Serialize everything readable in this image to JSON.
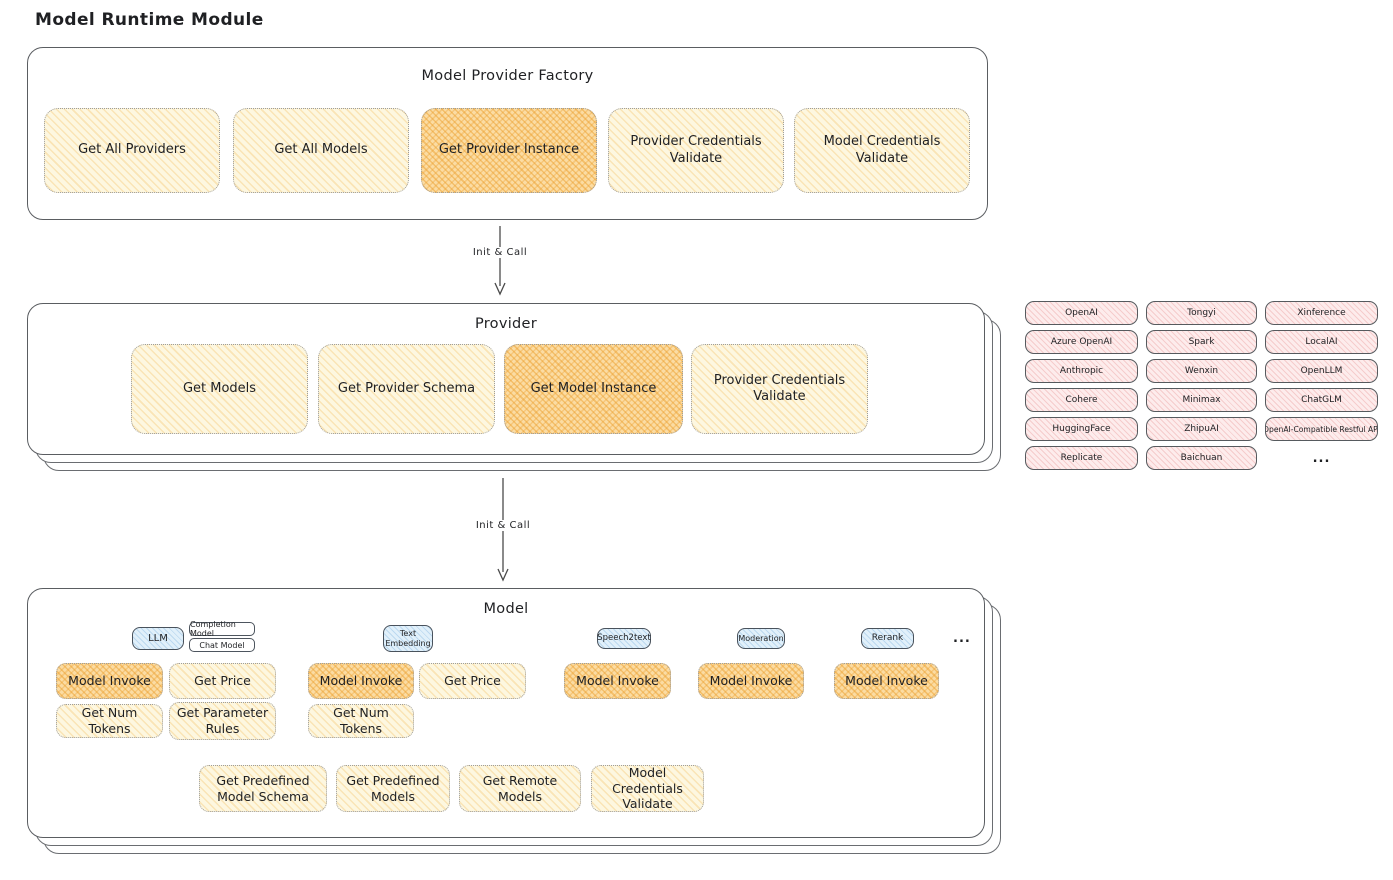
{
  "title": "Model Runtime Module",
  "colors": {
    "yellow_fill": "#fdf7e0",
    "orange_highlight_fill": "#f9d58f",
    "blue_tab_fill": "#e1f0fa",
    "pink_chip_fill": "#fdecec",
    "stroke": "#5a5d61"
  },
  "factory": {
    "title": "Model Provider Factory",
    "buttons": [
      "Get All Providers",
      "Get All Models",
      "Get Provider Instance",
      "Provider Credentials Validate",
      "Model Credentials Validate"
    ]
  },
  "flow": {
    "arrow1_label": "Init & Call",
    "arrow2_label": "Init & Call"
  },
  "provider": {
    "title": "Provider",
    "buttons": [
      "Get Models",
      "Get Provider Schema",
      "Get Model Instance",
      "Provider Credentials Validate"
    ]
  },
  "providers_grid": {
    "items": [
      "OpenAI",
      "Tongyi",
      "Xinference",
      "Azure OpenAI",
      "Spark",
      "LocalAI",
      "Anthropic",
      "Wenxin",
      "OpenLLM",
      "Cohere",
      "Minimax",
      "ChatGLM",
      "HuggingFace",
      "ZhipuAI",
      "OpenAI-Compatible Restful API",
      "Replicate",
      "Baichuan"
    ],
    "more": "..."
  },
  "model": {
    "title": "Model",
    "tabs": {
      "llm": "LLM",
      "completion_model": "Completion Model",
      "chat_model": "Chat Model",
      "text_embedding": "Text Embedding",
      "speech2text": "Speech2text",
      "moderation": "Moderation",
      "rerank": "Rerank",
      "more": "..."
    },
    "llm_buttons": [
      "Model Invoke",
      "Get Price",
      "Get Num Tokens",
      "Get Parameter Rules"
    ],
    "text_embedding_buttons": [
      "Model Invoke",
      "Get Price",
      "Get Num Tokens"
    ],
    "speech2text_buttons": [
      "Model Invoke"
    ],
    "moderation_buttons": [
      "Model Invoke"
    ],
    "rerank_buttons": [
      "Model Invoke"
    ],
    "common_buttons": [
      "Get Predefined Model Schema",
      "Get Predefined Models",
      "Get Remote Models",
      "Model Credentials Validate"
    ]
  }
}
